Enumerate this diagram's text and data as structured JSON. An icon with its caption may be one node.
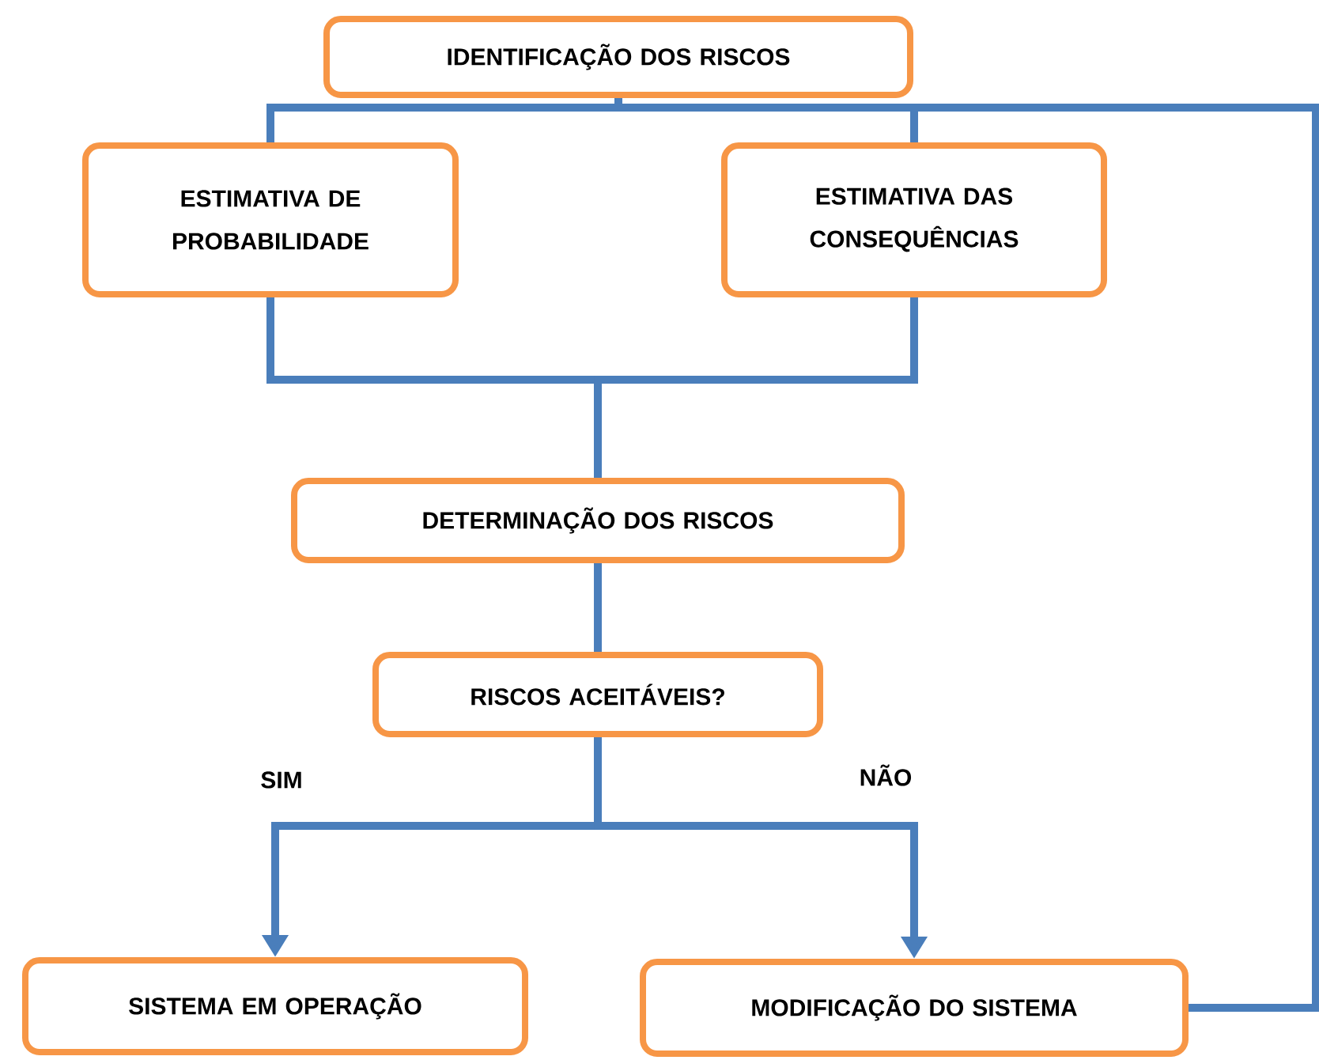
{
  "diagram": {
    "nodes": [
      {
        "text": [
          "IDENTIFICAÇÃO DOS RISCOS"
        ]
      },
      {
        "text": [
          "ESTIMATIVA DE PROBABILIDADE"
        ]
      },
      {
        "text": [
          "ESTIMATIVA DAS CONSEQUÊNCIAS"
        ]
      },
      {
        "text": [
          "DETERMINAÇÃO DOS RISCOS"
        ]
      },
      {
        "text": [
          "RISCOS ACEITÁVEIS?"
        ]
      },
      {
        "text": [
          "SISTEMA EM OPERAÇÃO"
        ]
      },
      {
        "text": [
          "MODIFICAÇÃO DO SISTEMA"
        ]
      }
    ],
    "edges": [
      {
        "from": 0,
        "to": 1,
        "arrow": "none"
      },
      {
        "from": 0,
        "to": 2,
        "arrow": "none"
      },
      {
        "from": 1,
        "to": 3,
        "arrow": "none"
      },
      {
        "from": 2,
        "to": 3,
        "arrow": "none"
      },
      {
        "from": 3,
        "to": 4,
        "arrow": "none"
      },
      {
        "from": 4,
        "to": 5,
        "arrow": "to",
        "label": "SIM"
      },
      {
        "from": 4,
        "to": 6,
        "arrow": "to",
        "label": "NÃO"
      },
      {
        "from": 6,
        "to": 0,
        "arrow": "none"
      }
    ]
  }
}
